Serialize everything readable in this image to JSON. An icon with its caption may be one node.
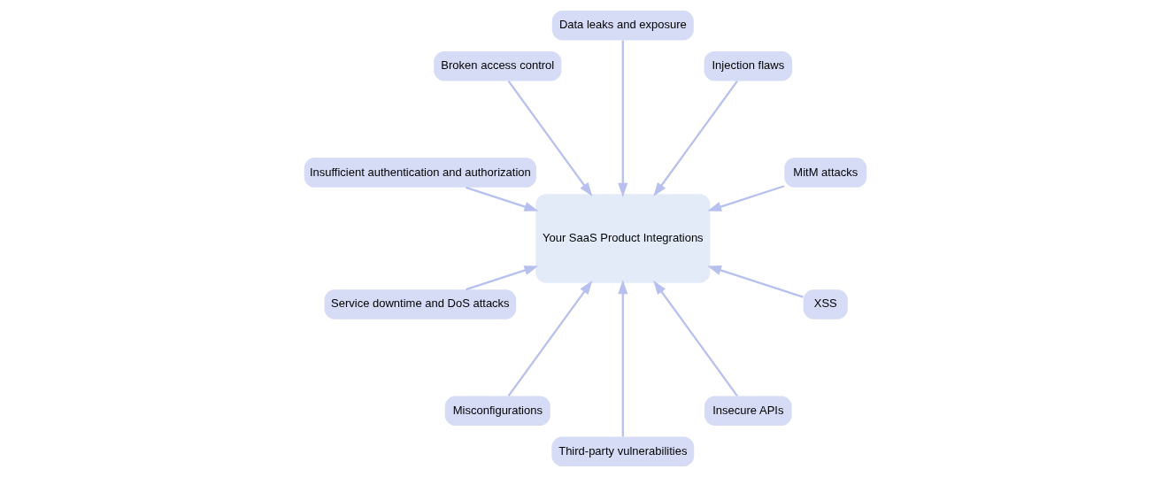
{
  "diagram": {
    "nodes": [
      {
        "text": [
          "MitM attacks"
        ]
      },
      {
        "text": [
          "Injection flaws"
        ]
      },
      {
        "text": [
          "Data leaks and exposure"
        ]
      },
      {
        "text": [
          "Broken access control"
        ]
      },
      {
        "text": [
          "Insufficient authentication and authorization"
        ]
      },
      {
        "text": [
          "Service downtime and DoS attacks"
        ]
      },
      {
        "text": [
          "Misconfigurations"
        ]
      },
      {
        "text": [
          "Your SaaS Product Integrations"
        ]
      },
      {
        "text": [
          "Third-party vulnerabilities"
        ]
      },
      {
        "text": [
          "Insecure APIs"
        ]
      },
      {
        "text": [
          "XSS"
        ]
      }
    ],
    "edges": [
      {
        "from": 0,
        "to": 7,
        "arrow": "to"
      },
      {
        "from": 1,
        "to": 7,
        "arrow": "to"
      },
      {
        "from": 2,
        "to": 7,
        "arrow": "to"
      },
      {
        "from": 3,
        "to": 7,
        "arrow": "to"
      },
      {
        "from": 4,
        "to": 7,
        "arrow": "to"
      },
      {
        "from": 5,
        "to": 7,
        "arrow": "to"
      },
      {
        "from": 6,
        "to": 7,
        "arrow": "to"
      },
      {
        "from": 8,
        "to": 7,
        "arrow": "to"
      },
      {
        "from": 9,
        "to": 7,
        "arrow": "to"
      },
      {
        "from": 10,
        "to": 7,
        "arrow": "to"
      }
    ]
  }
}
